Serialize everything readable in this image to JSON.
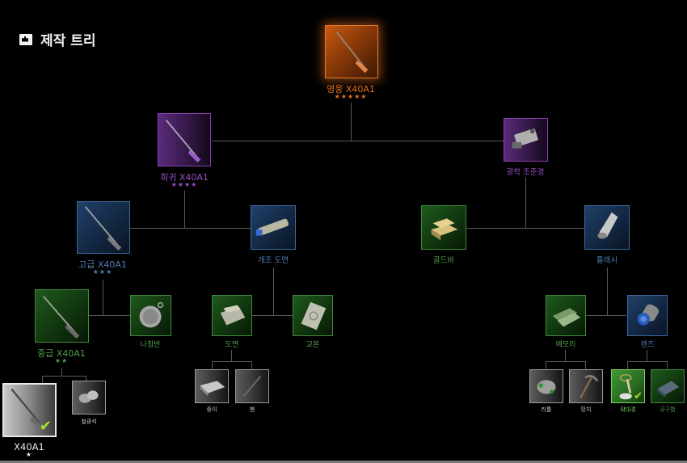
{
  "header": {
    "title": "제작 트리",
    "icon": "craft-tree-icon"
  },
  "colors": {
    "hero": "#e8701e",
    "rare": "#9a4ec2",
    "advanced": "#4f7fb8",
    "intermediate": "#4ea048",
    "common": "#c8c8c8",
    "check": "#a8e22a"
  },
  "tree": {
    "hero": {
      "label": "영웅 X40A1",
      "stars": "★★★★★",
      "icon": "rifle-icon"
    },
    "rare": {
      "label": "희귀 X40A1",
      "stars": "★★★★",
      "icon": "rifle-icon"
    },
    "optical_scope": {
      "label": "광학 조준경",
      "icon": "scope-icon"
    },
    "advanced": {
      "label": "고급 X40A1",
      "stars": "★★★",
      "icon": "rifle-icon"
    },
    "blueprint_mod": {
      "label": "개조 도면",
      "icon": "barrel-icon"
    },
    "gold_bar": {
      "label": "골드바",
      "icon": "gold-bar-icon"
    },
    "flashlight": {
      "label": "플래시",
      "icon": "flashlight-icon"
    },
    "intermediate": {
      "label": "중급 X40A1",
      "stars": "★★",
      "icon": "rifle-icon"
    },
    "compass": {
      "label": "나침반",
      "icon": "compass-icon"
    },
    "draft": {
      "label": "도면",
      "icon": "papers-icon"
    },
    "textbook": {
      "label": "교본",
      "icon": "book-icon"
    },
    "memory": {
      "label": "메모리",
      "icon": "memory-icon"
    },
    "lens": {
      "label": "렌즈",
      "icon": "lens-icon"
    },
    "basic": {
      "label": "X40A1",
      "stars": "★",
      "icon": "rifle-icon",
      "owned": true
    },
    "iron_ore": {
      "label": "철광석",
      "icon": "ore-icon"
    },
    "paper": {
      "label": "종이",
      "icon": "paper-icon"
    },
    "pen": {
      "label": "펜",
      "icon": "pen-icon"
    },
    "lithium": {
      "label": "리튬",
      "icon": "lithium-icon"
    },
    "hammer": {
      "label": "망치",
      "icon": "hammer-icon"
    },
    "magnifier": {
      "label": "확대경",
      "icon": "magnifier-icon",
      "owned": true
    },
    "toolbox": {
      "label": "공구함",
      "icon": "toolbox-icon"
    }
  }
}
